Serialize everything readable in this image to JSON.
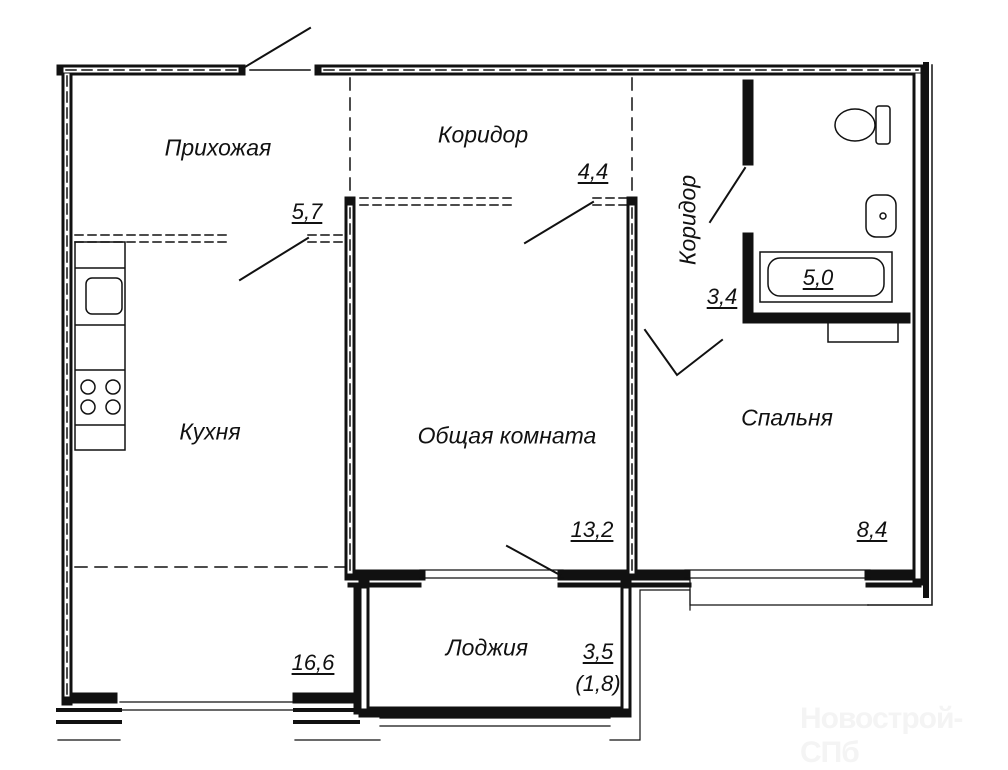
{
  "plan": {
    "rooms": [
      {
        "name": "Прихожая",
        "area": "5,7"
      },
      {
        "name": "Коридор",
        "area": "4,4"
      },
      {
        "name": "Коридор",
        "area": "3,4"
      },
      {
        "name": "Кухня",
        "area": "16,6"
      },
      {
        "name": "Общая комната",
        "area": "13,2"
      },
      {
        "name": "Спальня",
        "area": "8,4"
      },
      {
        "name": "Лоджия",
        "area": "3,5",
        "area_reduced": "(1,8)"
      }
    ],
    "bathroom_area": "5,0",
    "watermark": "Новострой-СПб"
  }
}
